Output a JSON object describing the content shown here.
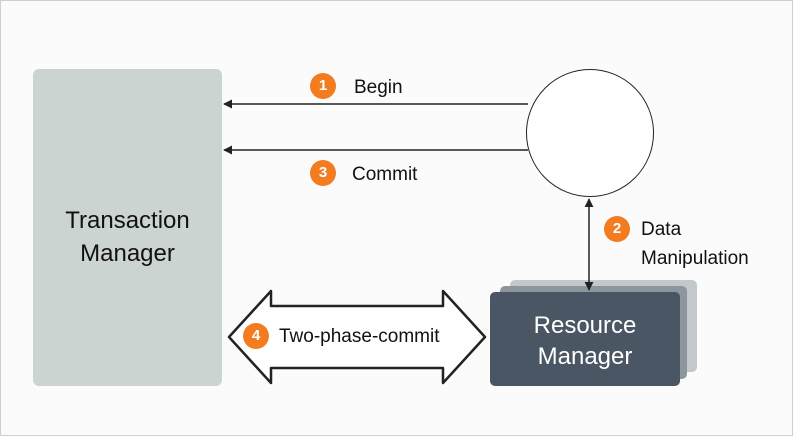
{
  "colors": {
    "accent": "#f47c20",
    "tm_box": "#ccd4d1",
    "rm_box": "#4a5663",
    "line": "#222222"
  },
  "transaction_manager": {
    "line1": "Transaction",
    "line2": "Manager"
  },
  "resource_manager": {
    "line1": "Resource",
    "line2": "Manager"
  },
  "steps": [
    {
      "number": "1",
      "label": "Begin"
    },
    {
      "number": "2",
      "label_line1": "Data",
      "label_line2": "Manipulation"
    },
    {
      "number": "3",
      "label": "Commit"
    },
    {
      "number": "4",
      "label": "Two-phase-commit"
    }
  ]
}
